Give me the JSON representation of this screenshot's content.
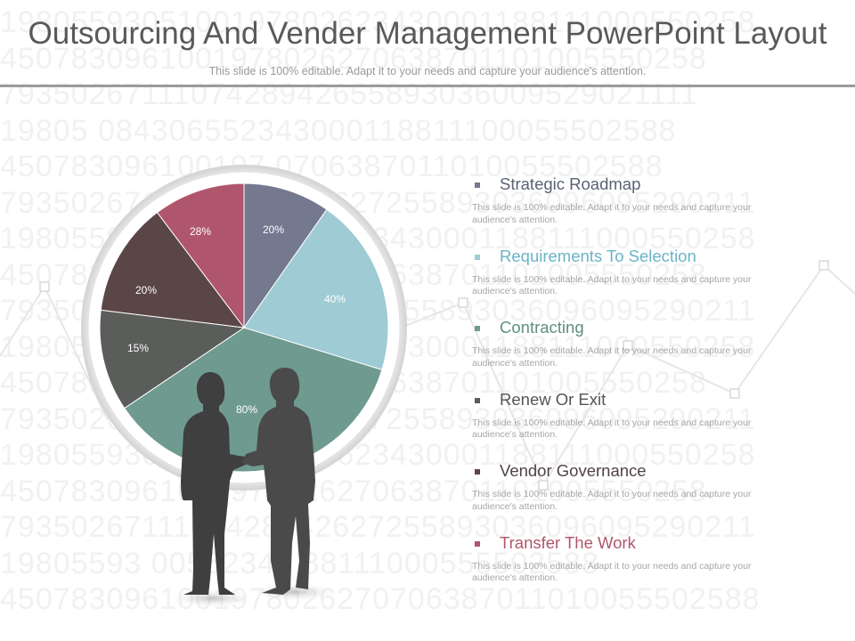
{
  "header": {
    "title": "Outsourcing And Vender Management PowerPoint Layout",
    "subtitle": "This slide is 100% editable. Adapt it to your needs and capture your audience's attention."
  },
  "background_numbers": [
    "1980559305100197802623430001188111000550258",
    "4507830961001978026270638701101005550258",
    "7935026711107428942655893036009529021111",
    "19805  084306552343000118811100055502588",
    "450783096100197 0706387011010055502588",
    "7935026711107428942627255893036096095290211",
    "1980559305100197802623430001188111000550258",
    "4507830961001978026270638701101005550258",
    "7935026711107428942627255893036096095290211",
    "1980559305100197802623430001188111000550258",
    "4507830961001978026270638701101005550258",
    "7935026711107428942627255893036096095290211",
    "1980559305100197802623430001188111000550258",
    "4507830961001978026270638701101005550258",
    "7935026711107428942627255893036096095290211",
    "19805593 00552343 88111000555502588",
    "4507830961001978026270706387011010055502588"
  ],
  "pie": {
    "slices": [
      {
        "label": "20%",
        "color": "#75798f"
      },
      {
        "label": "40%",
        "color": "#9ecbd4"
      },
      {
        "label": "80%",
        "color": "#6f9a8f"
      },
      {
        "label": "15%",
        "color": "#5a5d5a"
      },
      {
        "label": "20%",
        "color": "#5a4647"
      },
      {
        "label": "28%",
        "color": "#b0566c"
      }
    ]
  },
  "bullets": [
    {
      "title": "Strategic Roadmap",
      "color": "#5a6275",
      "marker": "#75798f",
      "desc": "This slide is 100% editable. Adapt it to your needs and capture your audience's attention."
    },
    {
      "title": "Requirements To Selection",
      "color": "#6ab3c7",
      "marker": "#9ecbd4",
      "desc": "This slide is 100% editable. Adapt it to your needs and capture your audience's attention."
    },
    {
      "title": "Contracting",
      "color": "#5f8f82",
      "marker": "#6f9a8f",
      "desc": "This slide is 100% editable. Adapt it to your needs and capture your audience's attention."
    },
    {
      "title": "Renew Or Exit",
      "color": "#555555",
      "marker": "#5a5d5a",
      "desc": "This slide is 100% editable. Adapt it to your needs and capture your audience's attention."
    },
    {
      "title": "Vendor Governance",
      "color": "#4f4344",
      "marker": "#5a4647",
      "desc": "This slide is 100% editable. Adapt it to your needs and capture your audience's attention."
    },
    {
      "title": "Transfer The Work",
      "color": "#b0566c",
      "marker": "#b0566c",
      "desc": "This slide is 100% editable. Adapt it to your needs and capture your audience's attention."
    }
  ]
}
